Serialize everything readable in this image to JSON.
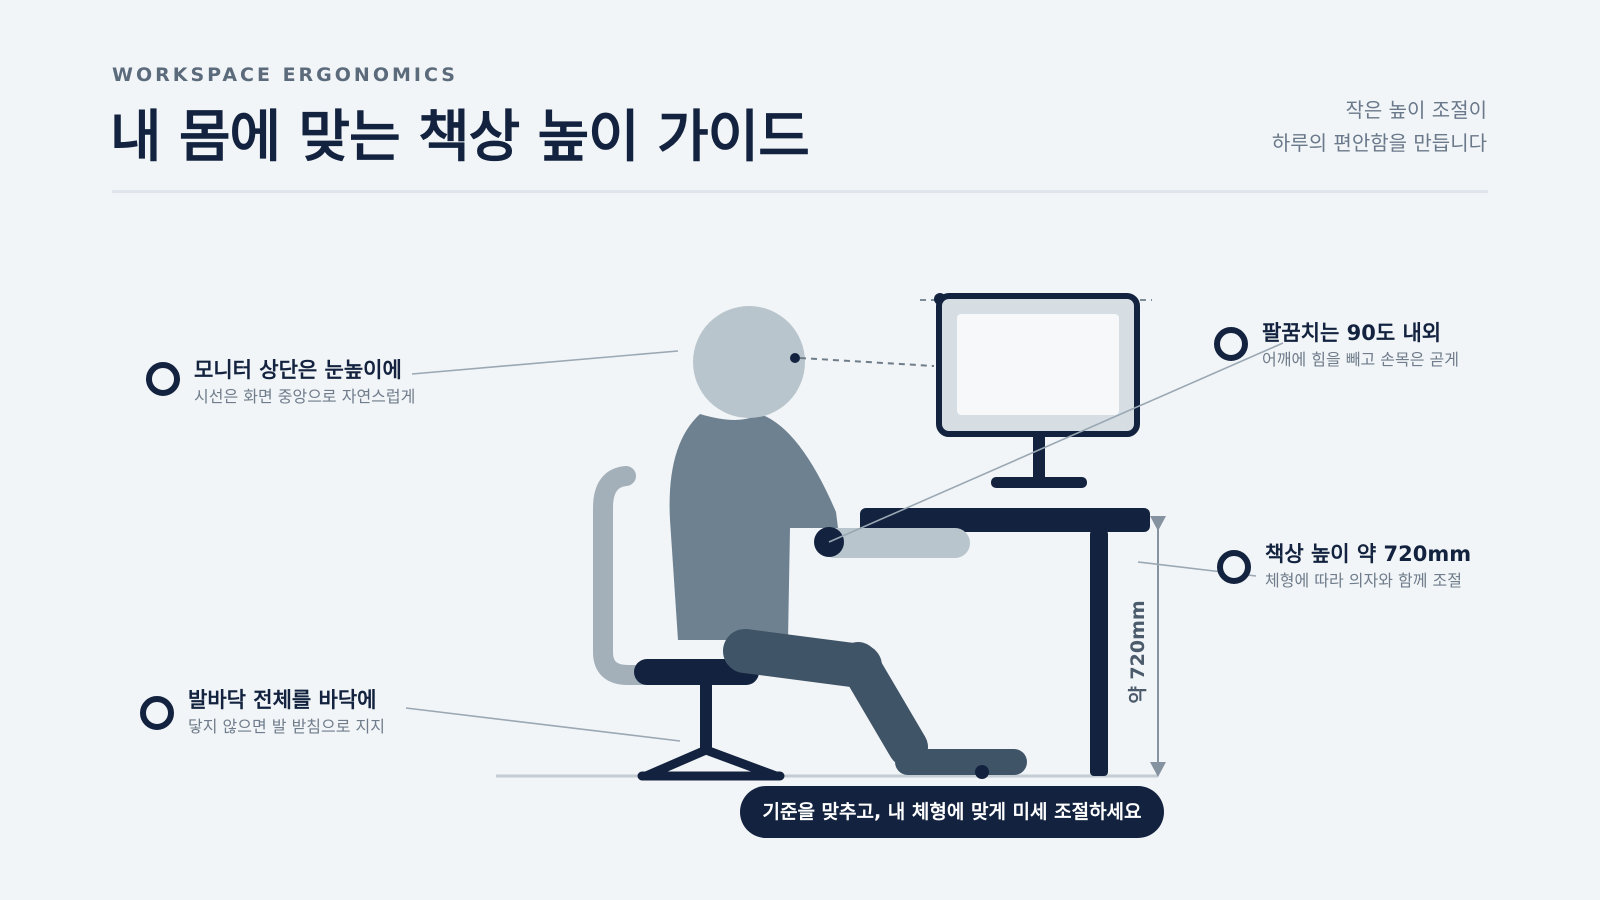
{
  "header": {
    "eyebrow": "WORKSPACE ERGONOMICS",
    "title": "내 몸에 맞는 책상 높이 가이드",
    "tagline_line1": "작은 높이 조절이",
    "tagline_line2": "하루의 편안함을 만듭니다"
  },
  "callouts": {
    "monitor": {
      "title": "모니터 상단은 눈높이에",
      "subtitle": "시선은 화면 중앙으로 자연스럽게"
    },
    "elbow": {
      "title": "팔꿈치는 90도 내외",
      "subtitle": "어깨에 힘을 빼고 손목은 곧게"
    },
    "desk": {
      "title": "책상 높이 약 720mm",
      "subtitle": "체형에 따라 의자와 함께 조절"
    },
    "feet": {
      "title": "발바닥 전체를 바닥에",
      "subtitle": "닿지 않으면 발 받침으로 지지"
    }
  },
  "dimension_label": "약 720mm",
  "footer_note": "기준을 맞추고, 내 체형에 맞게 미세 조절하세요",
  "colors": {
    "navy": "#13233f",
    "slate": "#6e8191",
    "slate_dark": "#405468",
    "head_gray": "#b8c5cc",
    "chair_gray": "#a3b0ba",
    "background": "#f2f5f7"
  }
}
